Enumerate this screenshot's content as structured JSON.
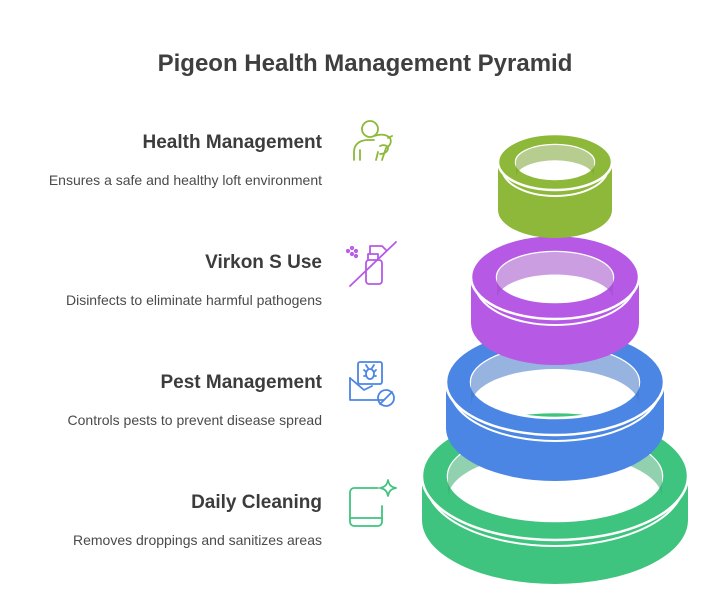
{
  "title": "Pigeon Health Management Pyramid",
  "levels": [
    {
      "title": "Health Management",
      "description": "Ensures a safe and healthy loft environment",
      "icon": "person-with-pigeon-icon",
      "color": "#8db83a"
    },
    {
      "title": "Virkon S Use",
      "description": "Disinfects to eliminate harmful pathogens",
      "icon": "no-spray-icon",
      "color": "#b65ae6"
    },
    {
      "title": "Pest Management",
      "description": "Controls pests to prevent disease spread",
      "icon": "pest-control-icon",
      "color": "#4b86e4"
    },
    {
      "title": "Daily Cleaning",
      "description": "Removes droppings and sanitizes areas",
      "icon": "clean-sparkle-icon",
      "color": "#3ec47e"
    }
  ]
}
